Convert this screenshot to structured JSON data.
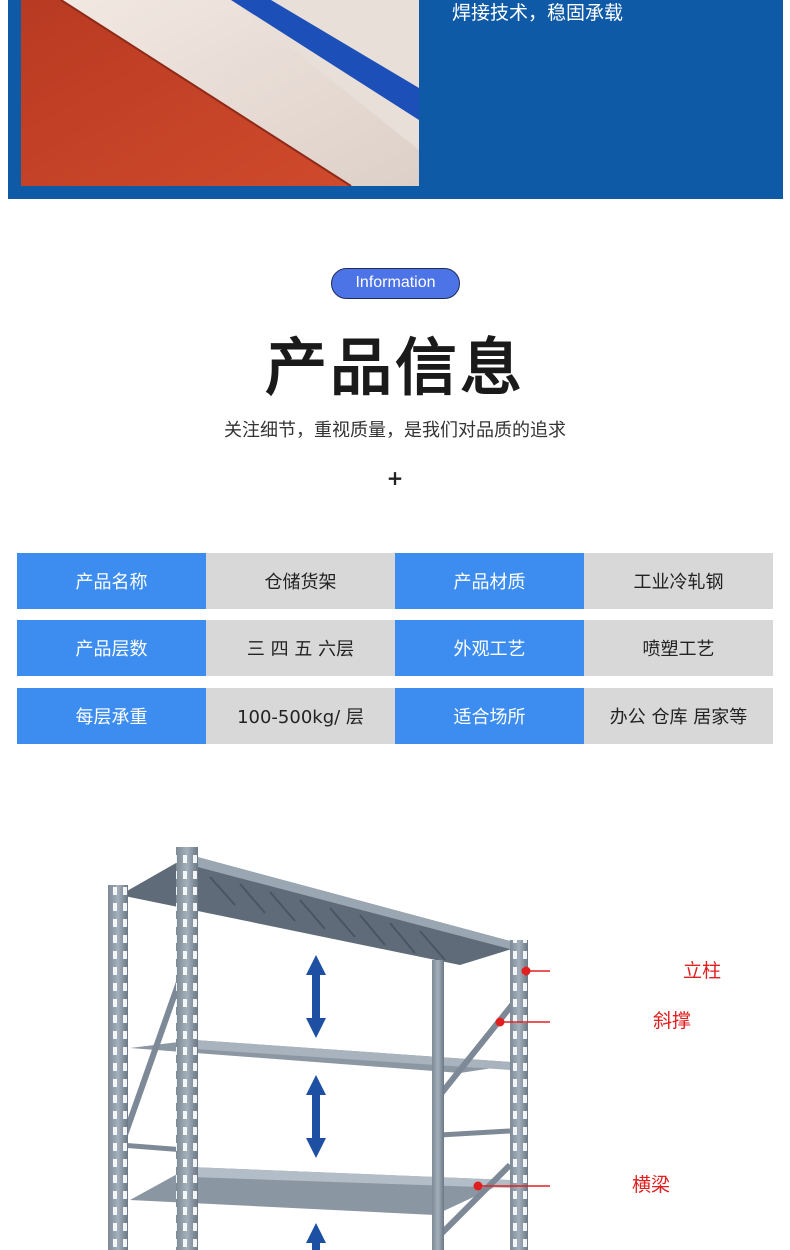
{
  "banner": {
    "caption": "焊接技术，稳固承载",
    "background_color": "#0e5aa6"
  },
  "info_section": {
    "pill_label": "Information",
    "pill_color": "#4d74e6",
    "title": "产品信息",
    "subtitle": "关注细节，重视质量，是我们对品质的追求",
    "plus": "+"
  },
  "spec_table": {
    "label_color": "#3d8df0",
    "value_color": "#d8d8d8",
    "rows": [
      {
        "label1": "产品名称",
        "value1": "仓储货架",
        "label2": "产品材质",
        "value2": "工业冷轧钢"
      },
      {
        "label1": "产品层数",
        "value1": "三  四  五  六层",
        "label2": "外观工艺",
        "value2": "喷塑工艺"
      },
      {
        "label1": "每层承重",
        "value1": "100-500kg/ 层",
        "label2": "适合场所",
        "value2": "办公  仓库  居家等"
      }
    ]
  },
  "diagram": {
    "callout_color": "#e02020",
    "callouts": {
      "upright": "立柱",
      "brace": "斜撑",
      "beam": "横梁"
    }
  }
}
